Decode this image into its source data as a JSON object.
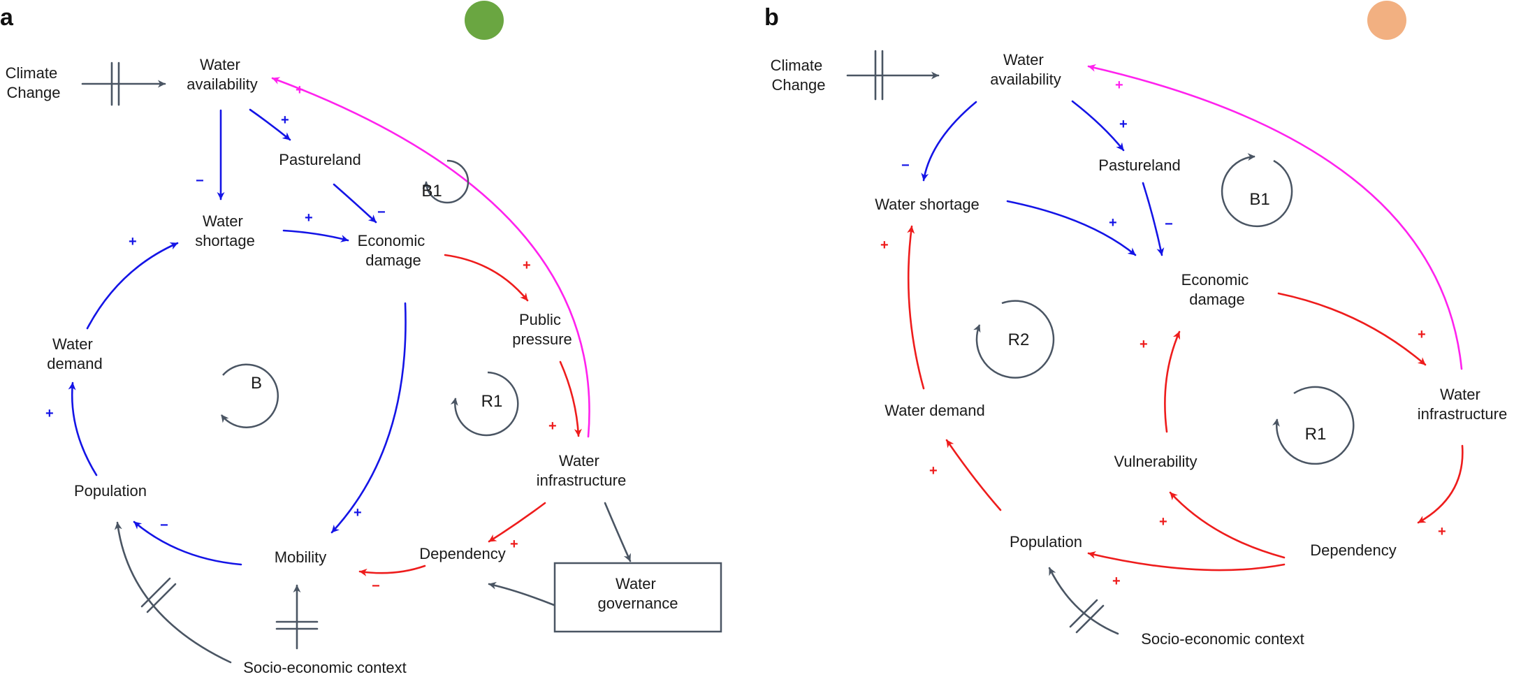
{
  "colors": {
    "positive_link": "#1414e6",
    "reinforcing_link": "#ee1c1c",
    "feedback_link": "#ff22ee",
    "neutral_link": "#4a5563",
    "panel_a_dot": "#6aa641",
    "panel_b_dot": "#f2b081",
    "text": "#1a1a1a"
  },
  "panel_a": {
    "label": "a",
    "nodes": {
      "climate_change": [
        "Climate",
        "Change"
      ],
      "water_availability": [
        "Water",
        "availability"
      ],
      "pastureland": [
        "Pastureland"
      ],
      "water_shortage": [
        "Water",
        "shortage"
      ],
      "economic_damage": [
        "Economic",
        "damage"
      ],
      "public_pressure": [
        "Public",
        "pressure"
      ],
      "water_demand": [
        "Water",
        "demand"
      ],
      "water_infrastructure": [
        "Water",
        "infrastructure"
      ],
      "population": [
        "Population"
      ],
      "mobility": [
        "Mobility"
      ],
      "dependency": [
        "Dependency"
      ],
      "water_governance": [
        "Water",
        "governance"
      ],
      "socio_economic_context": [
        "Socio-economic context"
      ]
    },
    "loops": {
      "b1": "B1",
      "b": "B",
      "r1": "R1"
    },
    "signs": {
      "wa_to_pasture": "+",
      "wa_to_shortage": "−",
      "pasture_to_damage": "−",
      "shortage_to_damage": "+",
      "demand_to_shortage": "+",
      "infra_to_wa": "+",
      "damage_to_pressure": "+",
      "pressure_to_infra": "+",
      "population_to_demand": "+",
      "damage_to_mobility": "+",
      "mobility_to_population": "−",
      "infra_to_dependency": "+",
      "dependency_to_mobility": "−"
    }
  },
  "panel_b": {
    "label": "b",
    "nodes": {
      "climate_change": [
        "Climate",
        "Change"
      ],
      "water_availability": [
        "Water",
        "availability"
      ],
      "pastureland": [
        "Pastureland"
      ],
      "water_shortage": [
        "Water shortage"
      ],
      "economic_damage": [
        "Economic",
        "damage"
      ],
      "water_infrastructure": [
        "Water",
        "infrastructure"
      ],
      "water_demand": [
        "Water demand"
      ],
      "vulnerability": [
        "Vulnerability"
      ],
      "population": [
        "Population"
      ],
      "dependency": [
        "Dependency"
      ],
      "socio_economic_context": [
        "Socio-economic context"
      ]
    },
    "loops": {
      "b1": "B1",
      "r2": "R2",
      "r1": "R1"
    },
    "signs": {
      "wa_to_pasture": "+",
      "wa_to_shortage": "−",
      "infra_to_wa": "+",
      "shortage_to_damage": "+",
      "pasture_to_damage": "−",
      "demand_to_shortage": "+",
      "damage_to_infra": "+",
      "vulnerability_to_damage": "+",
      "population_to_demand": "+",
      "infra_to_dependency": "+",
      "dependency_to_vulnerability": "+",
      "dependency_to_population": "+"
    }
  }
}
